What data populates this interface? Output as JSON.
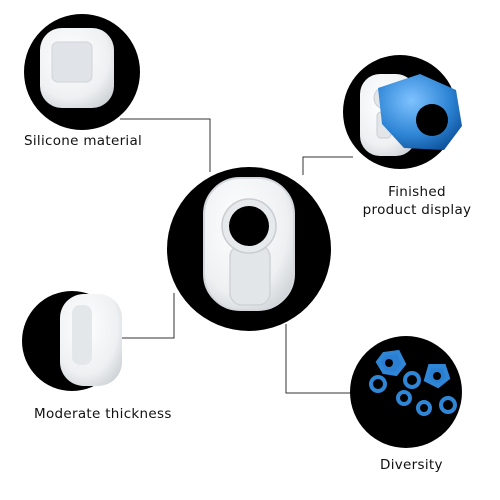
{
  "callouts": {
    "silicone": "Silicone material",
    "finished_line1": "Finished",
    "finished_line2": "product display",
    "moderate": "Moderate thickness",
    "diversity": "Diversity"
  },
  "colors": {
    "background": "#ffffff",
    "circle": "#000000",
    "silicone": "#f2f3f4",
    "resin_blue": "#2f86d6",
    "connector": "#333333"
  },
  "icons": {
    "center": "silicone-ring-mold-image",
    "top_left": "silicone-material-closeup-image",
    "top_right": "finished-ring-image",
    "bottom_left": "mold-thickness-closeup-image",
    "bottom_right": "ring-collection-image"
  }
}
